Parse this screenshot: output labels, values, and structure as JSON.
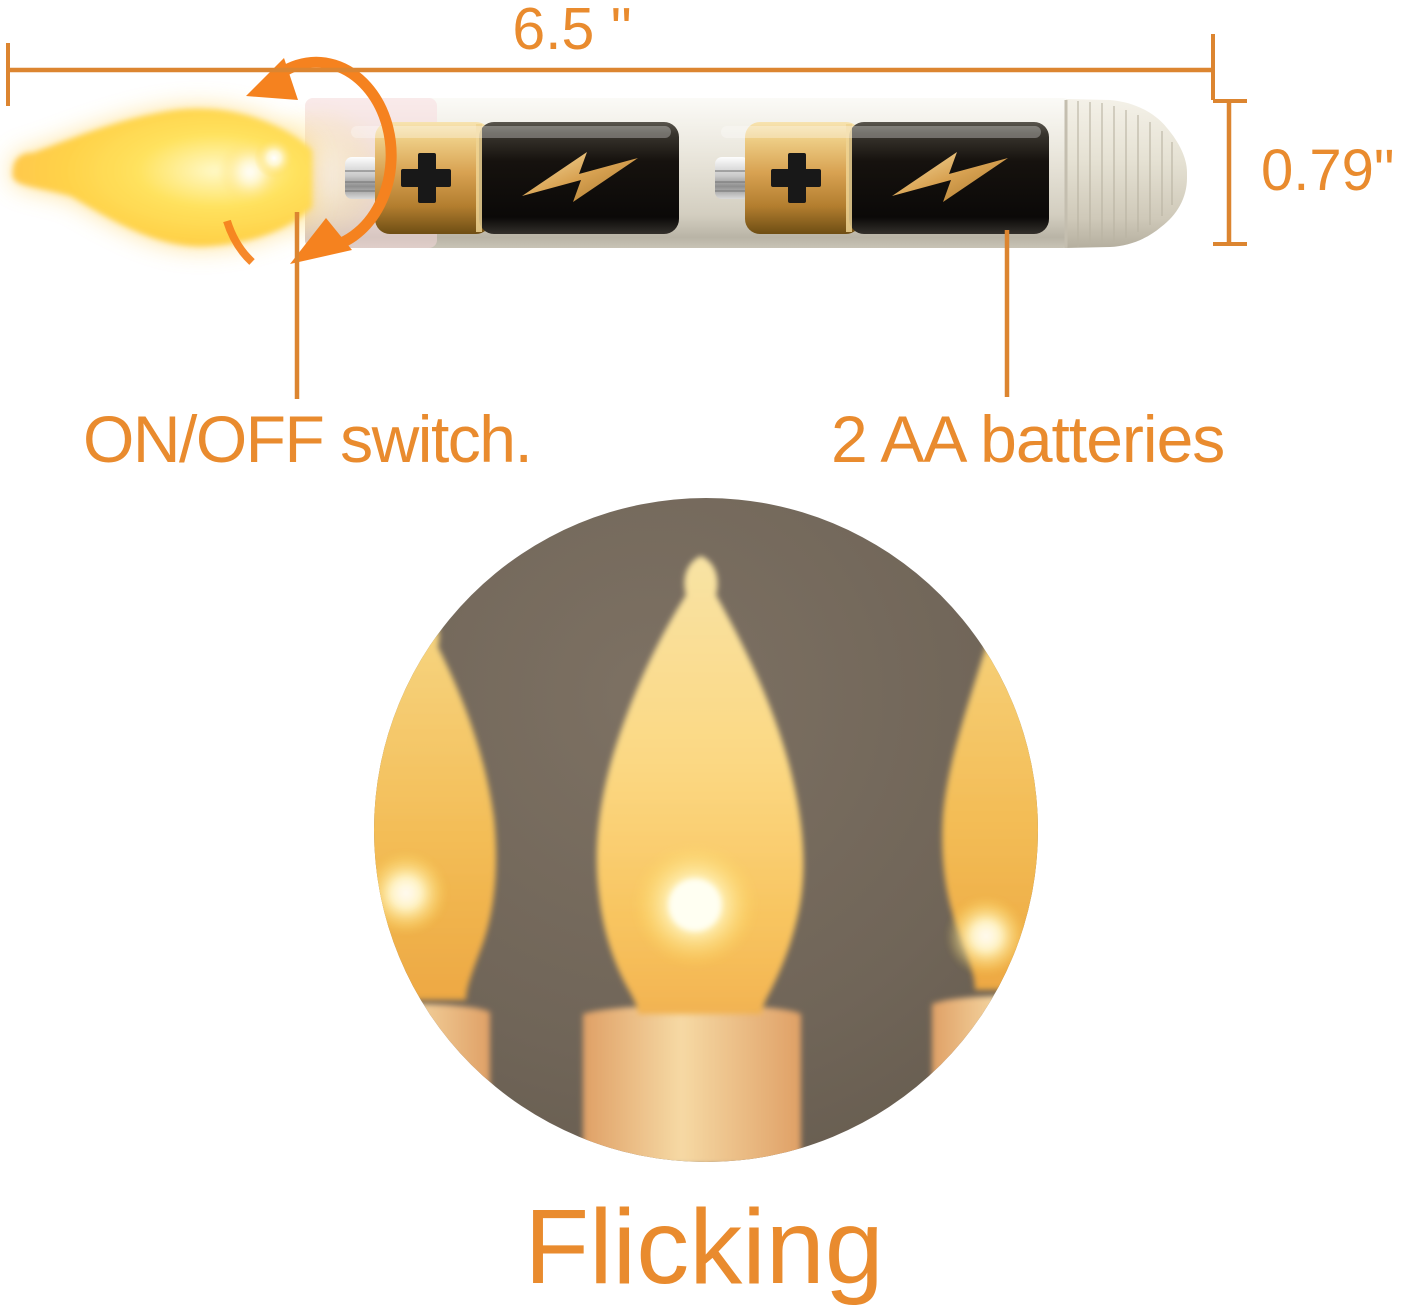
{
  "annotations": {
    "length": "6.5 \"",
    "diameter": "0.79\"",
    "switch": "ON/OFF switch.",
    "batteries": "2 AA batteries",
    "caption": "Flicking"
  },
  "icons": {
    "battery_positive": "plus-icon",
    "battery_energy": "lightning-icon",
    "twist": "rotation-arrow-icon",
    "flame": "flame-icon"
  },
  "colors": {
    "accent": "#E98B2E",
    "dimension_line": "#DC8530",
    "arrow": "#F5821F",
    "photo_background": "#6F6457",
    "battery_gold": "#D8A252",
    "battery_black": "#14100C",
    "flame_core": "#FFE25E",
    "candle_ivory": "#E6E2D7"
  }
}
